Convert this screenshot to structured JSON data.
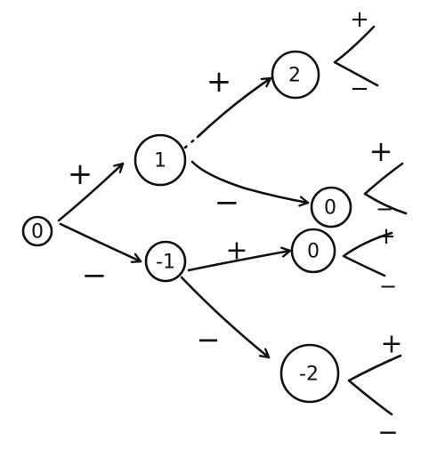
{
  "diagram": {
    "ink_color": "#111111",
    "nodes": [
      {
        "id": "n0",
        "label": "0"
      },
      {
        "id": "n1",
        "label": "1"
      },
      {
        "id": "nm1",
        "label": "-1"
      },
      {
        "id": "n2",
        "label": "2"
      },
      {
        "id": "n0a",
        "label": "0"
      },
      {
        "id": "n0b",
        "label": "0"
      },
      {
        "id": "nm2",
        "label": "-2"
      }
    ],
    "edges": [
      {
        "from": "n0",
        "to": "n1",
        "sign": "+",
        "style": "solid"
      },
      {
        "from": "n0",
        "to": "nm1",
        "sign": "−",
        "style": "solid"
      },
      {
        "from": "n1",
        "to": "n2",
        "sign": "+",
        "style": "dashed"
      },
      {
        "from": "n1",
        "to": "n0a",
        "sign": "−",
        "style": "solid"
      },
      {
        "from": "nm1",
        "to": "n0b",
        "sign": "+",
        "style": "solid"
      },
      {
        "from": "nm1",
        "to": "nm2",
        "sign": "−",
        "style": "solid"
      }
    ],
    "branch_signs": {
      "n2": {
        "up": "+",
        "down": "−"
      },
      "n0a": {
        "up": "+",
        "down": "−"
      },
      "n0b": {
        "up": "+",
        "down": "−"
      },
      "nm2": {
        "up": "+",
        "down": "−"
      }
    }
  }
}
